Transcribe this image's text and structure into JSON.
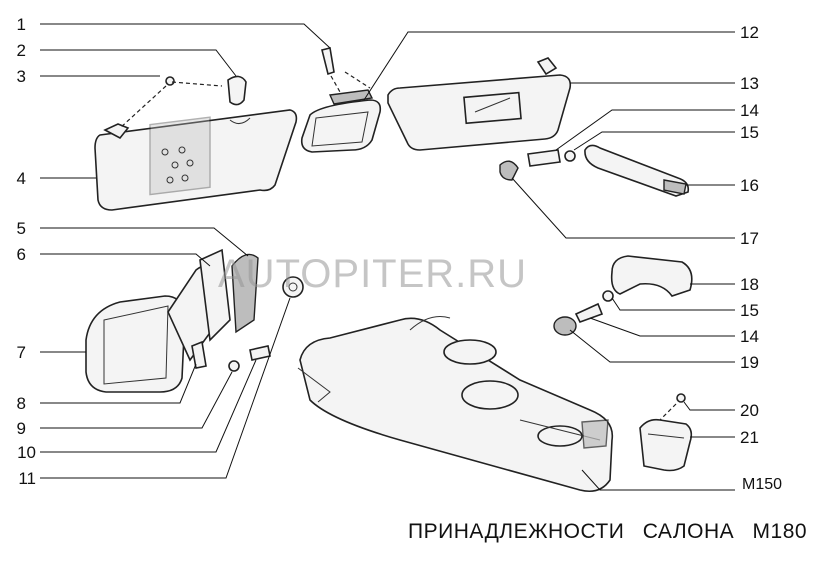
{
  "watermark": "AUTOPITER.RU",
  "footer": {
    "title_1": "ПРИНАДЛЕЖНОСТИ",
    "title_2": "САЛОНА",
    "page_code": "M180"
  },
  "subcode": "M150",
  "callouts": {
    "left": [
      "1",
      "2",
      "3",
      "4",
      "5",
      "6",
      "7",
      "8",
      "9",
      "10",
      "11"
    ],
    "right": [
      "12",
      "13",
      "14",
      "15",
      "16",
      "17",
      "18",
      "15",
      "14",
      "19",
      "20",
      "21"
    ]
  }
}
